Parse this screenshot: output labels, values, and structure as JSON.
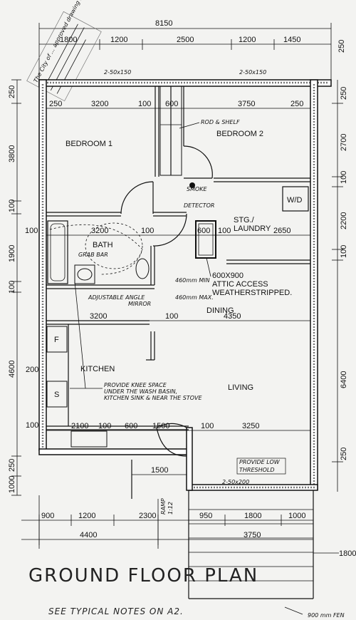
{
  "dims_top": {
    "overall": "8150",
    "d1": "1800",
    "d2": "1200",
    "d3": "2500",
    "d4": "1200",
    "d5": "1450",
    "right": "250",
    "lintel_left": "2-50x150",
    "lintel_right": "2-50x150"
  },
  "dims_left": {
    "d250": "250",
    "d3800": "3800",
    "d100a": "100",
    "d1900": "1900",
    "d100b": "100",
    "d4600": "4600",
    "d200": "200",
    "d100c": "100",
    "d250b": "250",
    "d1000": "1000"
  },
  "dims_right": {
    "d250": "250",
    "d2700": "2700",
    "d100a": "100",
    "d2200": "2200",
    "d100b": "100",
    "d6400": "6400",
    "d250b": "250"
  },
  "dims_interior": {
    "r1_250a": "250",
    "r1_3200": "3200",
    "r1_100": "100",
    "r1_600": "600",
    "r1_3750": "3750",
    "r1_250b": "250",
    "r2_3200": "3200",
    "r2_100a": "100",
    "r2_600": "600",
    "r2_100b": "100",
    "r2_2650": "2650",
    "r3_3200": "3200",
    "r3_100": "100",
    "r3_4350": "4350",
    "r4_2100": "2100",
    "r4_100": "100",
    "r4_600": "600",
    "r4_1500": "1500",
    "r4_100b": "100",
    "r4_3250": "3250",
    "porch_1500": "1500",
    "bath_100": "100"
  },
  "rooms": {
    "bedroom1": "BEDROOM 1",
    "bedroom2": "BEDROOM 2",
    "bath": "BATH",
    "stg_laundry_1": "STG./",
    "stg_laundry_2": "LAUNDRY",
    "dining": "DINING",
    "kitchen": "KITCHEN",
    "living": "LIVING",
    "wd": "W/D",
    "fridge": "F",
    "stove": "S"
  },
  "notes": {
    "rod_shelf": "ROD & SHELF",
    "smoke_1": "SMOKE",
    "smoke_2": "DETECTOR",
    "grab_bar": "GRAB BAR",
    "attic_1": "600X900",
    "attic_2": "ATTIC ACCESS",
    "attic_3": "WEATHERSTRIPPED.",
    "min_460": "460mm MIN",
    "max_460": "460mm MAX.",
    "mirror_1": "ADJUSTABLE ANGLE",
    "mirror_2": "MIRROR",
    "knee_1": "PROVIDE KNEE SPACE",
    "knee_2": "UNDER THE WASH BASIN,",
    "knee_3": "KITCHEN SINK & NEAR THE STOVE",
    "threshold_1": "PROVIDE LOW",
    "threshold_2": "THRESHOLD",
    "lintel_porch": "2-50x200",
    "ramp_1": "RAMP",
    "ramp_2": "1:12",
    "stamp": "The City of ... approved drawing stamp",
    "fence": "900 mm FEN"
  },
  "dims_bottom": {
    "b900": "900",
    "b1200": "1200",
    "b2300": "2300",
    "b950": "950",
    "b1800": "1800",
    "b1000": "1000",
    "b4400": "4400",
    "b3750": "3750",
    "b1800r": "1800"
  },
  "title": "GROUND FLOOR PLAN",
  "subtitle": "SEE TYPICAL NOTES ON A2."
}
